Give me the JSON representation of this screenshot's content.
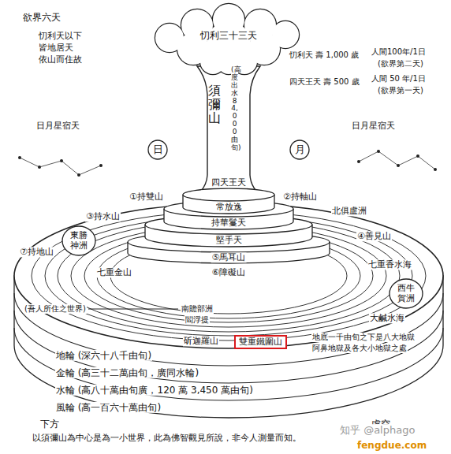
{
  "diagram": {
    "caption": "以須彌山為中心是為一小世界，此為佛智觀見所說，非今人測量而知。",
    "nodes": [
      {
        "text": [
          "日"
        ]
      },
      {
        "text": [
          "月"
        ]
      },
      {
        "text": [
          "東勝神洲"
        ]
      },
      {
        "text": [
          "西牛賀洲"
        ]
      },
      {
        "text": [
          "雙重鐵圍山"
        ]
      }
    ],
    "labels": [
      "欲界六天",
      "忉利天以下",
      "皆地居天",
      "依山而住故",
      "忉利三十三天",
      "忉利天 壽 1,000 歲",
      "人間100年/1日",
      "(欲界第二天)",
      "四天王天 壽 500 歲",
      "人間 50 年/1日",
      "(欲界第一天)",
      "須彌山",
      "(高度出水84,000由旬)",
      "日月星宿天",
      "日月星宿天",
      "四天王天",
      "①持雙山",
      "常放逸",
      "②持軸山",
      "③持水山",
      "持華鬘天",
      "北俱盧洲",
      "堅手天",
      "④善見山",
      "⑦持地山",
      "⑤馬耳山",
      "⑥障礙山",
      "七重香水海",
      "七重金山",
      "(吾人所住之世界)",
      "南贍部洲",
      "閻浮提",
      "大鹹水海",
      "斫迦羅山",
      "地底一千由旬之下是八大地獄",
      "阿鼻地獄及各大小地獄之處",
      "地輪 (深六十八千由旬)",
      "金輪 (高三十二萬由旬，廣同水輪)",
      "水輪 (高八十萬由旬廣，120 萬 3,450 萬由旬)",
      "風輪 (高一百六十萬由旬)",
      "下方",
      "虛空",
      "知乎 @alphago",
      "fengdue.com"
    ]
  }
}
